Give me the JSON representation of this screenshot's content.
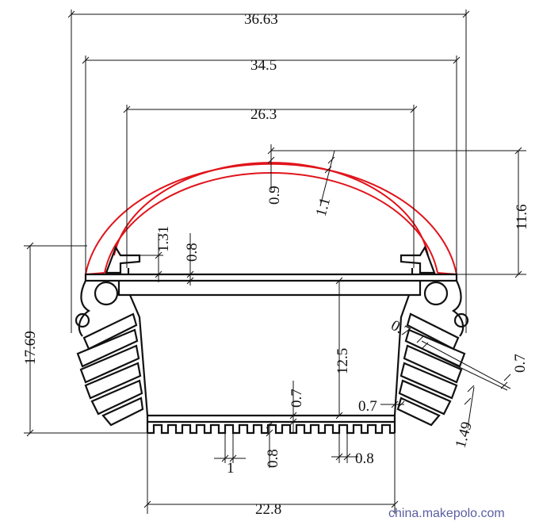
{
  "colors": {
    "outline": "#111111",
    "diffuser": "#e0141b",
    "watermark": "#5a5fa0",
    "background": "#ffffff"
  },
  "dimensions": {
    "overall_width": "36.63",
    "outer_width": "34.5",
    "inner_width": "26.3",
    "cover_height": "11.6",
    "cover_thickness": "0.9",
    "cover_thickness_edge": "1.1",
    "clip_height": "1.31",
    "clip_thickness": "0.8",
    "body_height": "17.69",
    "inner_height": "12.5",
    "fin_thickness_top": "0.7",
    "fin_thickness_side": "0.7",
    "fin_spacing": "1.49",
    "base_thickness": "0.7",
    "base_wall": "0.7",
    "base_fin_width": "1",
    "base_fin_gap_left": "0.8",
    "base_fin_gap_right": "0.8",
    "base_width": "22.8"
  },
  "watermark": "china.makepolo.com"
}
